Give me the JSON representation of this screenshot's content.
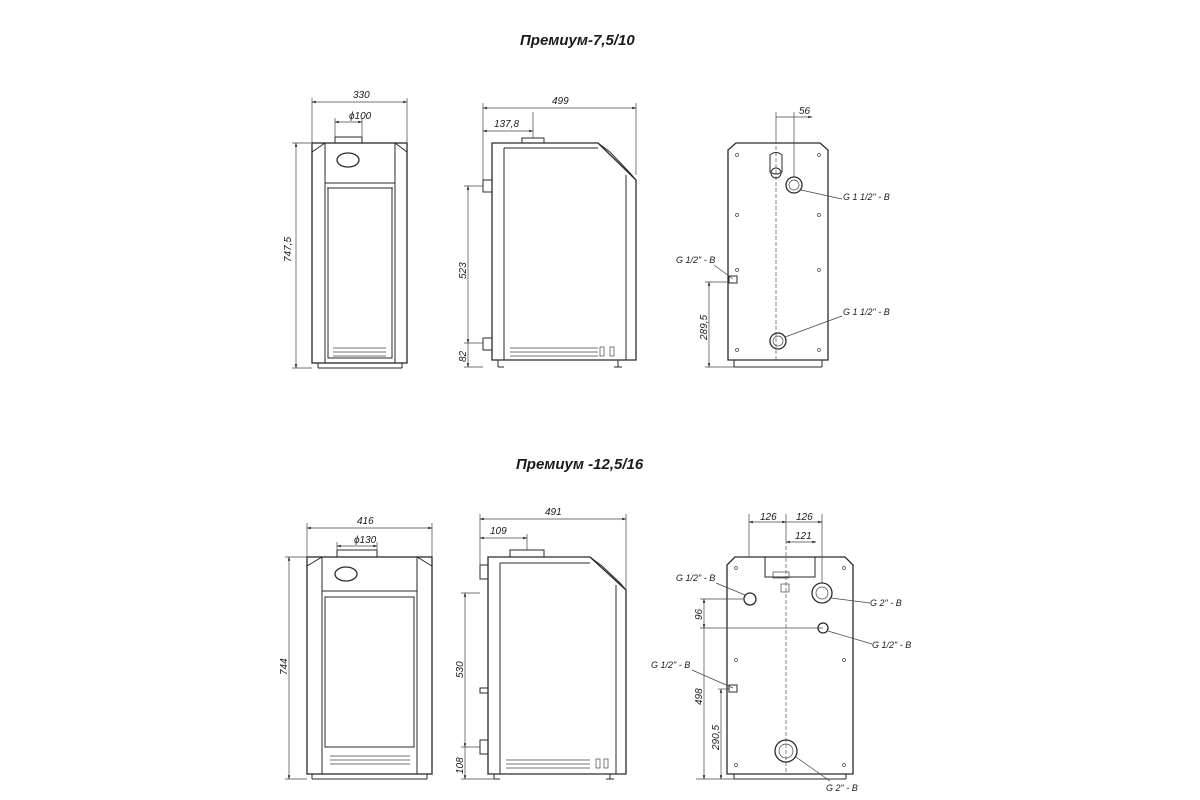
{
  "titles": {
    "top": "Премиум-7,5/10",
    "bottom": "Премиум -12,5/16"
  },
  "top_model": {
    "front_width": "330",
    "flue_diameter": "ϕ100",
    "front_height": "747,5",
    "side_depth": "499",
    "side_flue_offset": "137,8",
    "side_outlet_height": "523",
    "side_inlet_height": "82",
    "back_offset": "56",
    "back_outlet_label": "G 1 1/2\" - B",
    "back_drain_label": "G 1/2\" - B",
    "back_inlet_label": "G 1 1/2\" - B",
    "back_drain_height": "289,5"
  },
  "bottom_model": {
    "front_width": "416",
    "flue_diameter": "ϕ130",
    "front_height": "744",
    "side_depth": "491",
    "side_flue_offset": "109",
    "side_outlet_height": "530",
    "side_inlet_height": "108",
    "back_offset_left": "126",
    "back_offset_right": "126",
    "back_offset_inner": "121",
    "back_gauge_label_top": "G 1/2\" - B",
    "back_outlet_label": "G 2\" - B",
    "back_gauge_spacing": "96",
    "back_mid_label": "G 1/2\" - B",
    "back_drain_label": "G 1/2\" - B",
    "back_drain_span": "498",
    "back_drain_height": "290,5",
    "back_inlet_label": "G 2\" - B"
  }
}
